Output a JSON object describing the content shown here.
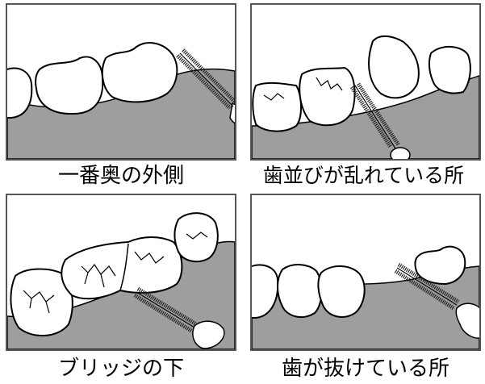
{
  "captions": {
    "outer_molar": "一番奥の外側",
    "crooked_teeth": "歯並びが乱れている所",
    "bridge": "ブリッジの下",
    "missing_tooth": "歯が抜けている所"
  },
  "colors": {
    "gum": "#9e9e9e",
    "tooth": "#ffffff",
    "outline": "#000000",
    "frame": "#555555",
    "bristles": "#222222"
  }
}
